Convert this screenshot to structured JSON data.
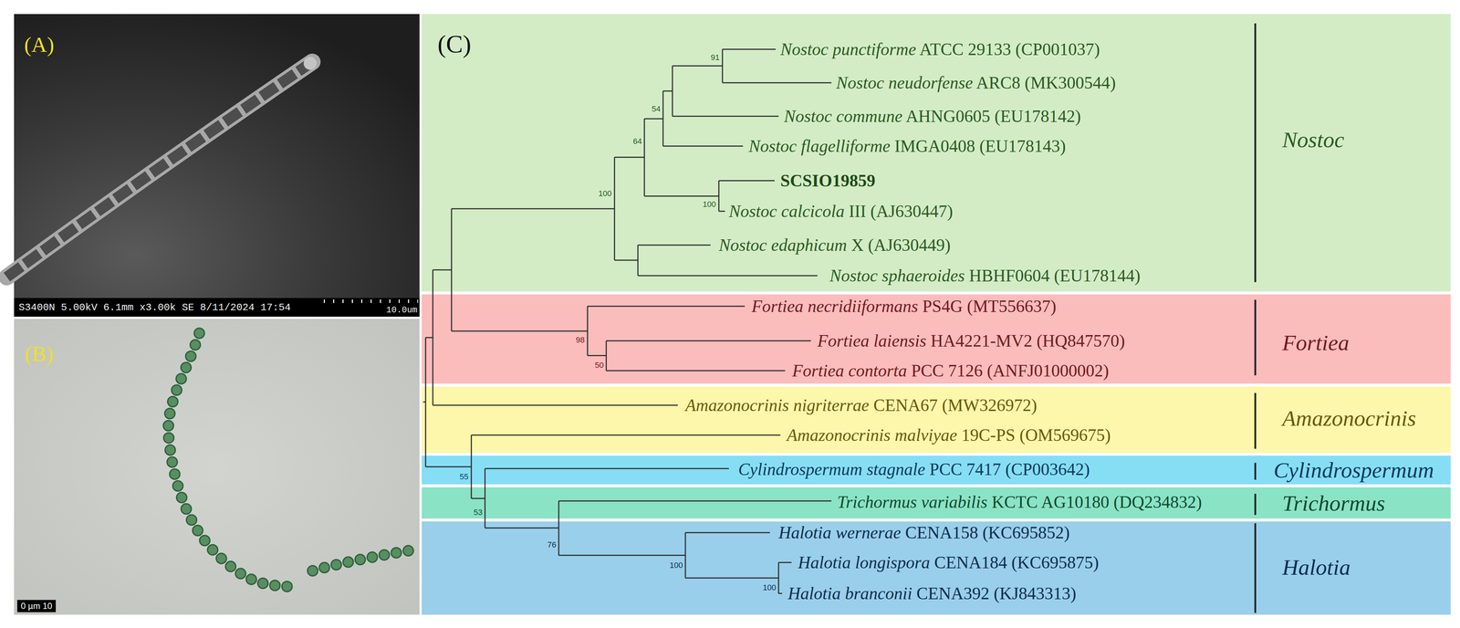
{
  "diagram": {
    "nodes": [
      {
        "text": [
          "(A)",
          "S3400N 5.00kV 6.1mm x3.00k SE 8/11/2024 17:54",
          "10.0um"
        ]
      },
      {
        "text": [
          "(B)",
          "0 µm 10"
        ]
      },
      {
        "text": [
          "Nostoc punctiforme ATCC 29133 (CP001037)",
          "Nostoc neudorfense ARC8 (MK300544)",
          "Nostoc commune AHNG0605 (EU178142)",
          "Nostoc flagelliforme IMGA0408 (EU178143)",
          "SCSIO19859",
          "Nostoc calcicola III (AJ630447)",
          "Nostoc edaphicum X (AJ630449)",
          "Nostoc sphaeroides HBHF0604 (EU178144)",
          "Nostoc"
        ]
      },
      {
        "text": [
          "Fortiea necridiiformans PS4G (MT556637)",
          "Fortiea laiensis HA4221-MV2 (HQ847570)",
          "Fortiea contorta PCC 7126 (ANFJ01000002)",
          "Fortiea"
        ]
      },
      {
        "text": [
          "Amazonocrinis nigriterrae CENA67 (MW326972)",
          "Amazonocrinis malviyae 19C-PS (OM569675)",
          "Amazonocrinis"
        ]
      },
      {
        "text": [
          "Cylindrospermum stagnale PCC 7417 (CP003642)",
          "Cylindrospermum"
        ]
      },
      {
        "text": [
          "Trichormus variabilis KCTC AG10180 (DQ234832)",
          "Trichormus"
        ]
      },
      {
        "text": [
          "Halotia wernerae CENA158 (KC695852)",
          "Halotia longispora CENA184 (KC695875)",
          "Halotia branconii CENA392 (KJ843313)",
          "Halotia"
        ]
      }
    ],
    "labels": [
      "(C)",
      "91",
      "54",
      "64",
      "100",
      "100",
      "98",
      "50",
      "55",
      "53",
      "76",
      "100",
      "100"
    ]
  }
}
